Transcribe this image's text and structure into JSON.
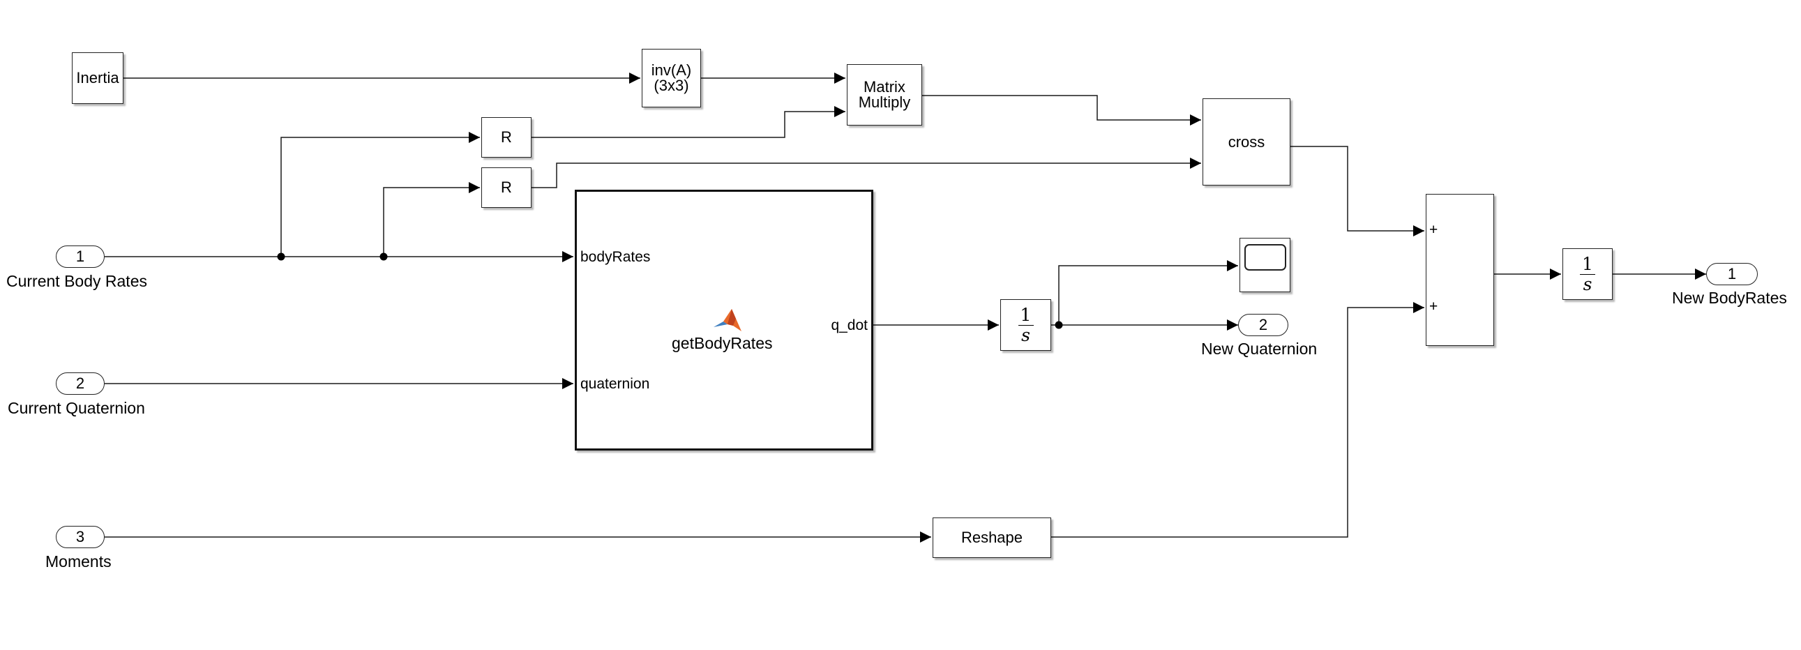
{
  "inports": [
    {
      "number": "1",
      "label": "Current Body Rates"
    },
    {
      "number": "2",
      "label": "Current Quaternion"
    },
    {
      "number": "3",
      "label": "Moments"
    }
  ],
  "outports": [
    {
      "number": "1",
      "label": "New BodyRates"
    },
    {
      "number": "2",
      "label": "New Quaternion"
    }
  ],
  "blocks": {
    "inertia": "Inertia",
    "inverse": "inv(A)\n(3x3)",
    "matrix_multiply": "Matrix\nMultiply",
    "r_top": "R",
    "r_bottom": "R",
    "cross": "cross",
    "reshape": "Reshape",
    "integrator_numerator": "1",
    "integrator_denominator": "s"
  },
  "function_block": {
    "name": "getBodyRates",
    "input_body_rates": "bodyRates",
    "input_quaternion": "quaternion",
    "output": "q_dot"
  },
  "sum_signs": [
    "+",
    "+"
  ],
  "icons": {
    "function_block": "matlab-logo-icon",
    "scope": "scope-screen-icon"
  },
  "colors": {
    "line": "#1a1a1a",
    "block_border": "#222222",
    "background": "#ffffff"
  }
}
